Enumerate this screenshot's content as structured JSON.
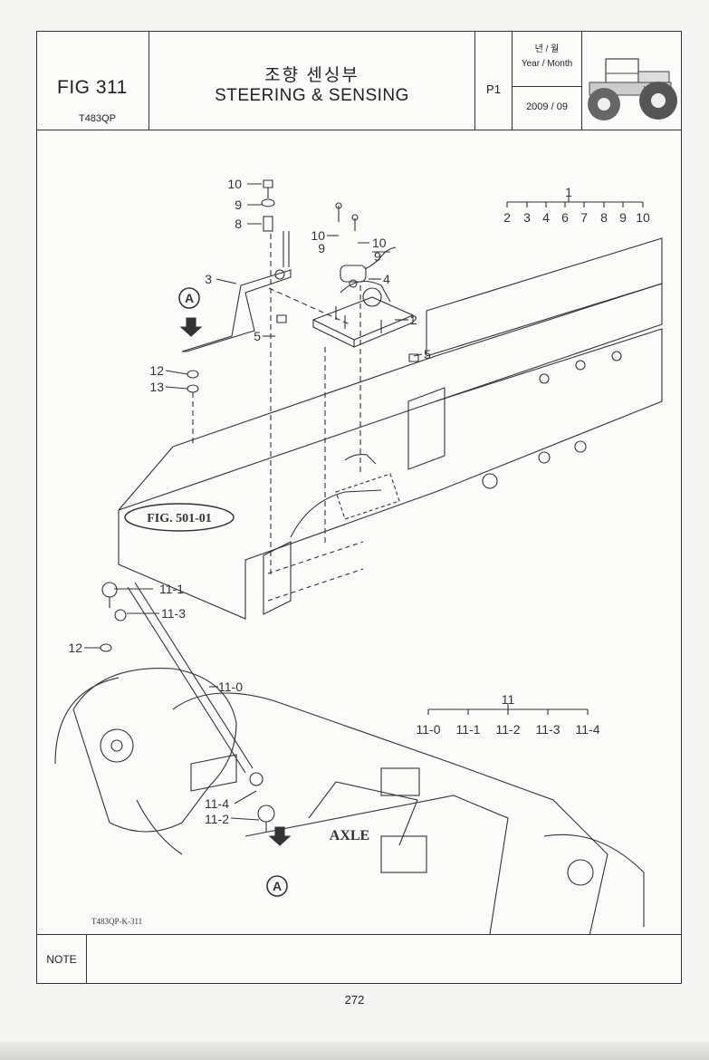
{
  "header": {
    "fig": "FIG 311",
    "model": "T483QP",
    "title_ko": "조향 센싱부",
    "title_en": "STEERING & SENSING",
    "page_code": "P1",
    "year_month_ko": "년 / 월",
    "year_month_en": "Year / Month",
    "date": "2009  / 09"
  },
  "drawing": {
    "callouts": [
      "1",
      "2",
      "3",
      "4",
      "5",
      "5",
      "6",
      "7",
      "8",
      "9",
      "9",
      "10",
      "10",
      "11-0",
      "11-1",
      "11-2",
      "11-3",
      "11-4",
      "12",
      "12",
      "13"
    ],
    "group1": {
      "parent": "1",
      "children": [
        "2",
        "3",
        "4",
        "6",
        "7",
        "8",
        "9",
        "10"
      ]
    },
    "group11": {
      "parent": "11",
      "children": [
        "11-0",
        "11-1",
        "11-2",
        "11-3",
        "11-4"
      ]
    },
    "ref_fig": "FIG. 501-01",
    "axle_label": "AXLE",
    "view_marker": "A",
    "drawing_code": "T483QP-K-311"
  },
  "note": {
    "label": "NOTE",
    "text": ""
  },
  "page_number": "272"
}
